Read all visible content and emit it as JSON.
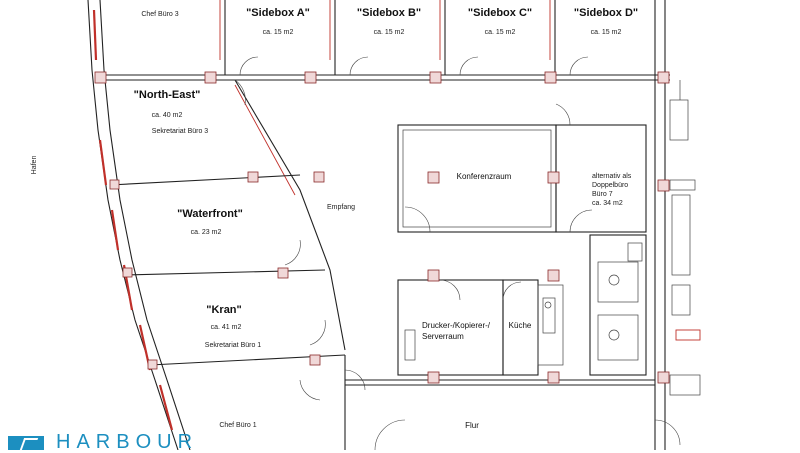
{
  "rooms": {
    "chef3": {
      "label": "Chef Büro 3"
    },
    "sideA": {
      "name": "\"Sidebox A\"",
      "area": "ca. 15 m2"
    },
    "sideB": {
      "name": "\"Sidebox B\"",
      "area": "ca. 15 m2"
    },
    "sideC": {
      "name": "\"Sidebox C\"",
      "area": "ca. 15 m2"
    },
    "sideD": {
      "name": "\"Sidebox D\"",
      "area": "ca. 15 m2"
    },
    "northeast": {
      "name": "\"North-East\"",
      "area": "ca. 40 m2",
      "note": "Sekretariat Büro 3"
    },
    "waterfront": {
      "name": "\"Waterfront\"",
      "area": "ca. 23 m2"
    },
    "kran": {
      "name": "\"Kran\"",
      "area": "ca. 41 m2",
      "note": "Sekretariat Büro 1"
    },
    "chef1": {
      "label": "Chef Büro 1"
    },
    "empfang": {
      "label": "Empfang"
    },
    "konferenz": {
      "label": "Konferenzraum"
    },
    "doppel": {
      "line1": "alternativ als",
      "line2": "Doppelbüro",
      "line3": "Büro 7",
      "line4": "ca. 34 m2"
    },
    "drucker": {
      "line1": "Drucker-/Kopierer-/",
      "line2": "Serverraum"
    },
    "kueche": {
      "label": "Küche"
    },
    "flur": {
      "label": "Flur"
    }
  },
  "side_label": "Hafen",
  "logo": {
    "text": "HARBOUR"
  }
}
